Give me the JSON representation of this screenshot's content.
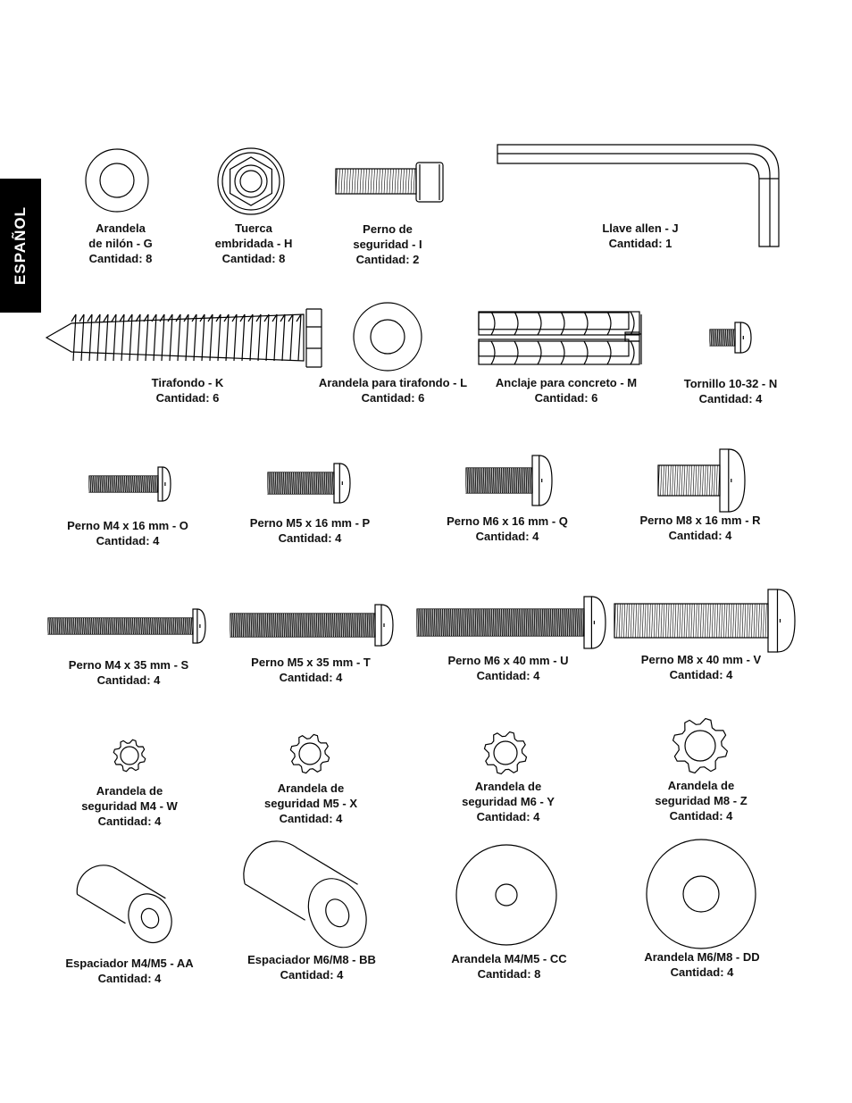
{
  "side_tab": "ESPAÑOL",
  "items": [
    {
      "id": "G",
      "icon": "washer-icon",
      "lines": [
        "Arandela",
        "de nilón - G",
        "Cantidad: 8"
      ]
    },
    {
      "id": "H",
      "icon": "flange-nut-icon",
      "lines": [
        "Tuerca",
        "embridada - H",
        "Cantidad: 8"
      ]
    },
    {
      "id": "I",
      "icon": "security-bolt-icon",
      "lines": [
        "Perno de",
        "seguridad - I",
        "Cantidad: 2"
      ]
    },
    {
      "id": "J",
      "icon": "allen-key-icon",
      "lines": [
        "Llave allen - J",
        "Cantidad: 1"
      ]
    },
    {
      "id": "K",
      "icon": "lag-bolt-icon",
      "lines": [
        "Tirafondo - K",
        "Cantidad: 6"
      ]
    },
    {
      "id": "L",
      "icon": "washer-icon",
      "lines": [
        "Arandela para tirafondo - L",
        "Cantidad: 6"
      ]
    },
    {
      "id": "M",
      "icon": "concrete-anchor-icon",
      "lines": [
        "Anclaje para concreto - M",
        "Cantidad: 6"
      ]
    },
    {
      "id": "N",
      "icon": "screw-icon",
      "lines": [
        "Tornillo 10-32 - N",
        "Cantidad: 4"
      ]
    },
    {
      "id": "O",
      "icon": "bolt-icon",
      "lines": [
        "Perno M4 x 16 mm - O",
        "Cantidad: 4"
      ]
    },
    {
      "id": "P",
      "icon": "bolt-icon",
      "lines": [
        "Perno M5 x 16 mm - P",
        "Cantidad: 4"
      ]
    },
    {
      "id": "Q",
      "icon": "bolt-icon",
      "lines": [
        "Perno M6 x 16 mm - Q",
        "Cantidad: 4"
      ]
    },
    {
      "id": "R",
      "icon": "bolt-icon",
      "lines": [
        "Perno M8 x 16 mm - R",
        "Cantidad: 4"
      ]
    },
    {
      "id": "S",
      "icon": "bolt-icon",
      "lines": [
        "Perno M4 x 35 mm - S",
        "Cantidad: 4"
      ]
    },
    {
      "id": "T",
      "icon": "bolt-icon",
      "lines": [
        "Perno M5 x 35 mm - T",
        "Cantidad: 4"
      ]
    },
    {
      "id": "U",
      "icon": "bolt-icon",
      "lines": [
        "Perno M6 x 40 mm - U",
        "Cantidad: 4"
      ]
    },
    {
      "id": "V",
      "icon": "bolt-icon",
      "lines": [
        "Perno M8 x 40 mm - V",
        "Cantidad: 4"
      ]
    },
    {
      "id": "W",
      "icon": "lock-washer-icon",
      "lines": [
        "Arandela de",
        "seguridad M4 - W",
        "Cantidad: 4"
      ]
    },
    {
      "id": "X",
      "icon": "lock-washer-icon",
      "lines": [
        "Arandela de",
        "seguridad M5 - X",
        "Cantidad: 4"
      ]
    },
    {
      "id": "Y",
      "icon": "lock-washer-icon",
      "lines": [
        "Arandela de",
        "seguridad M6 - Y",
        "Cantidad: 4"
      ]
    },
    {
      "id": "Z",
      "icon": "lock-washer-icon",
      "lines": [
        "Arandela de",
        "seguridad M8 - Z",
        "Cantidad: 4"
      ]
    },
    {
      "id": "AA",
      "icon": "spacer-icon",
      "lines": [
        "Espaciador M4/M5 - AA",
        "Cantidad: 4"
      ]
    },
    {
      "id": "BB",
      "icon": "spacer-icon",
      "lines": [
        "Espaciador M6/M8 - BB",
        "Cantidad: 4"
      ]
    },
    {
      "id": "CC",
      "icon": "washer-icon",
      "lines": [
        "Arandela M4/M5 - CC",
        "Cantidad: 8"
      ]
    },
    {
      "id": "DD",
      "icon": "washer-icon",
      "lines": [
        "Arandela M6/M8 - DD",
        "Cantidad: 4"
      ]
    }
  ]
}
